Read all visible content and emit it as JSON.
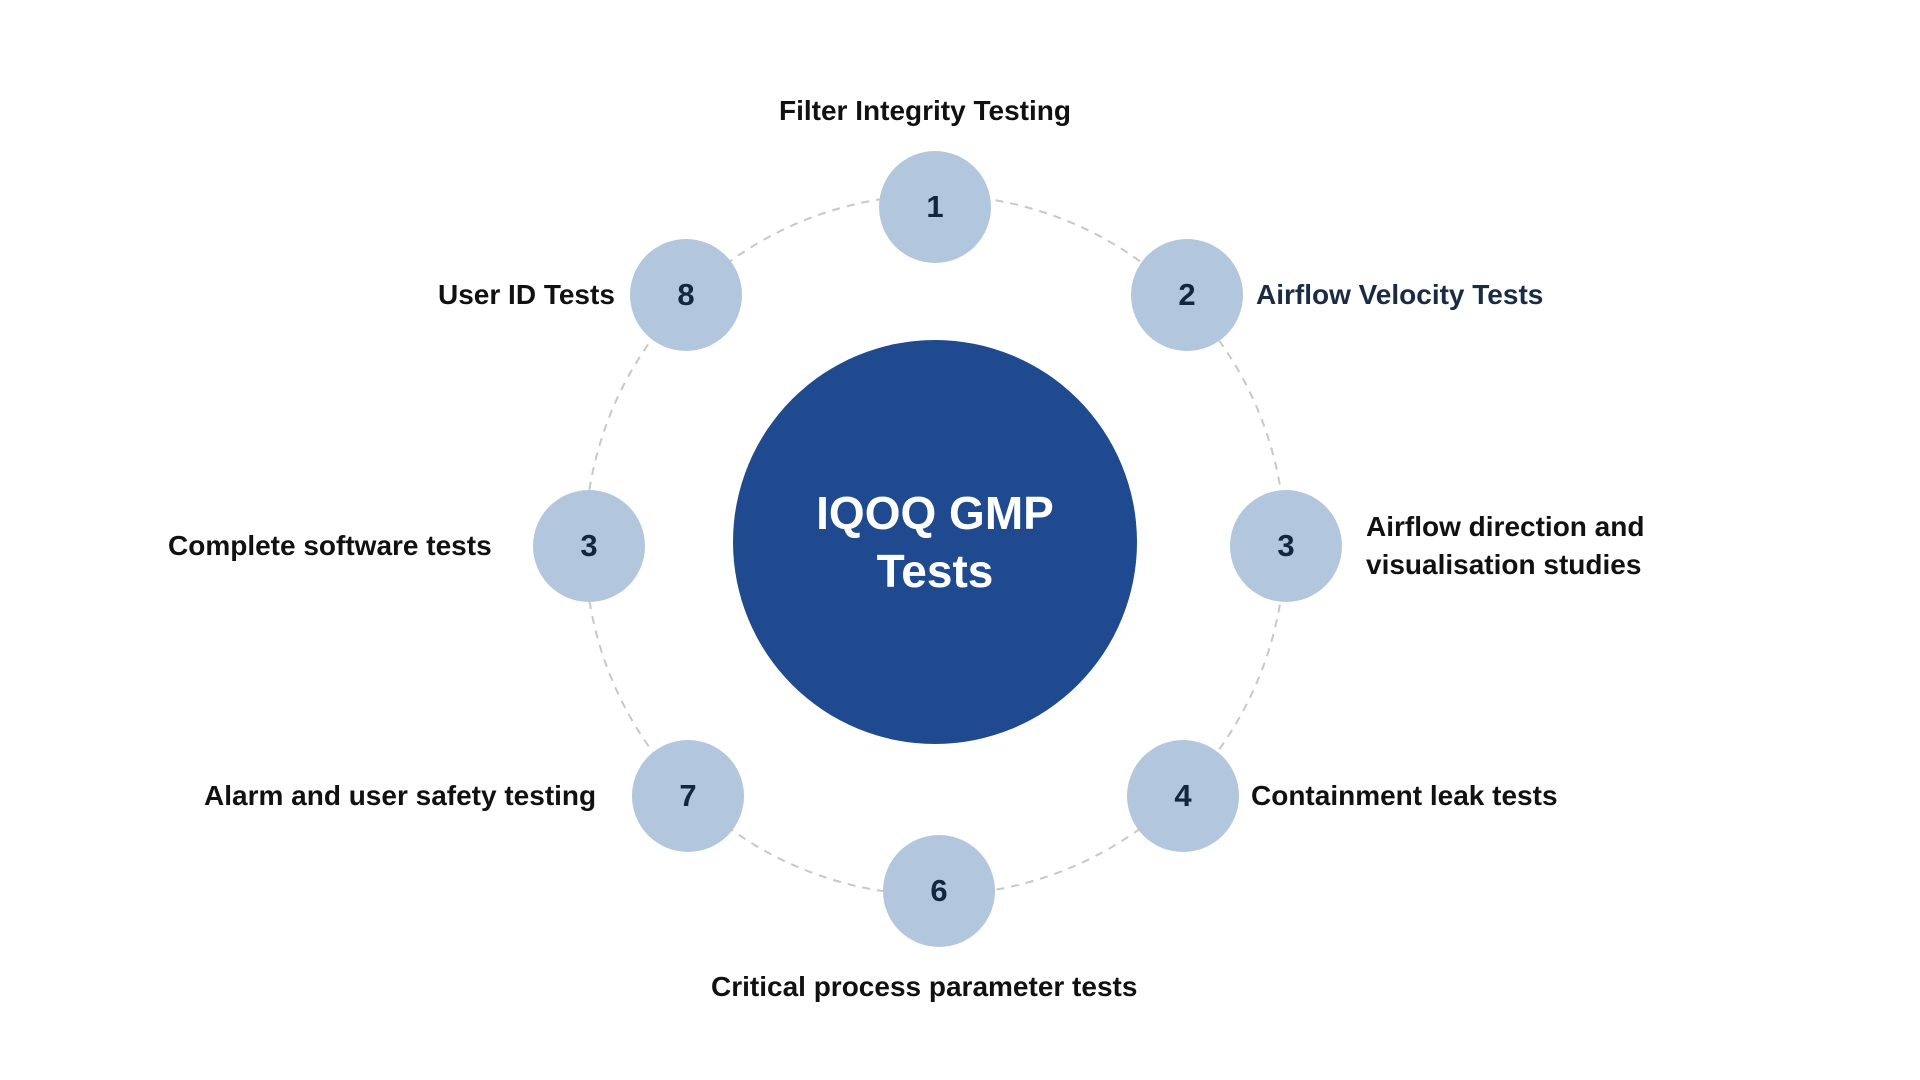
{
  "center": {
    "title": "IQOQ GMP Tests"
  },
  "steps": [
    {
      "number": "1",
      "label": "Filter Integrity Testing"
    },
    {
      "number": "2",
      "label": "Airflow Velocity Tests"
    },
    {
      "number": "3",
      "label": "Airflow direction and visualisation studies"
    },
    {
      "number": "4",
      "label": "Containment leak tests"
    },
    {
      "number": "6",
      "label": "Critical process parameter tests"
    },
    {
      "number": "7",
      "label": "Alarm and user safety testing"
    },
    {
      "number": "3",
      "label": "Complete software tests"
    },
    {
      "number": "8",
      "label": "User ID Tests"
    }
  ],
  "colors": {
    "center_fill": "#1f4a8f",
    "node_fill": "#b2c6de",
    "ring_stroke": "#c8c8c8"
  }
}
